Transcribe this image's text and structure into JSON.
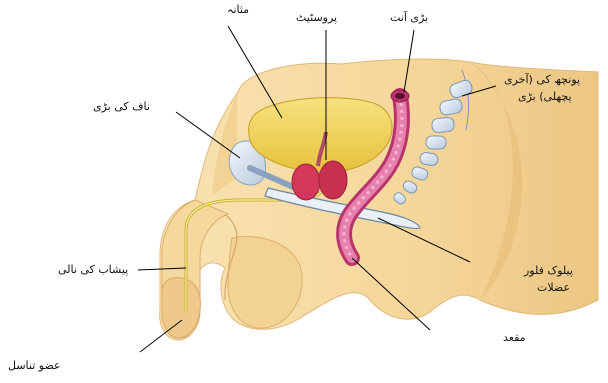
{
  "labels": {
    "bladder": "مثانہ",
    "prostate": "پروسٹیٹ",
    "large_intestine": "بڑی آنت",
    "coccyx_line1": "پونچھ کی (آخری",
    "coccyx_line2": "پچھلی) بڑی",
    "pubic_bone": "ناف کی بڑی",
    "urethra": "پیشاب کی نالی",
    "pelvic_floor_line1": "پیلوک فلور",
    "pelvic_floor_line2": "عضلات",
    "anus": "مقعد",
    "penis": "عضو تناسل"
  },
  "colors": {
    "skin": "#f7dca3",
    "skin_shade": "#e9c07a",
    "bladder": "#f1d45a",
    "prostate": "#d43b5c",
    "intestine": "#e070a0",
    "bone": "#dbe6f1",
    "leader_line": "#000000"
  }
}
